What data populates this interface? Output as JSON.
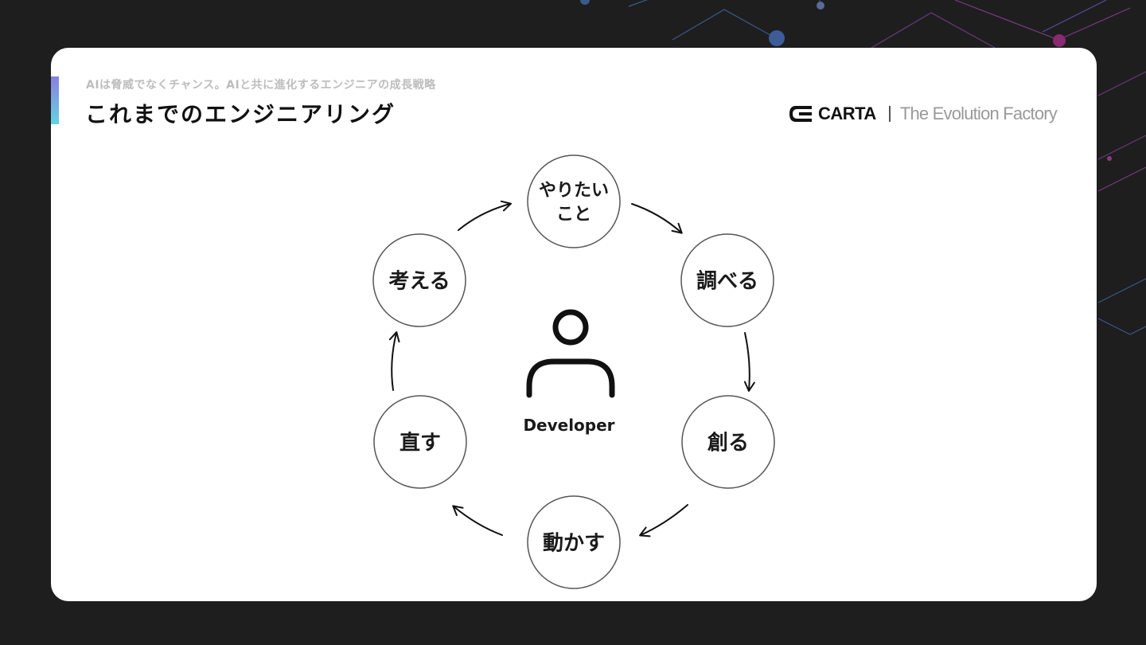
{
  "header": {
    "subtitle": "AIは脅威でなくチャンス。AIと共に進化するエンジニアの成長戦略",
    "title": "これまでのエンジニアリング"
  },
  "brand": {
    "name": "CARTA",
    "tagline": "The Evolution Factory"
  },
  "diagram": {
    "nodes": [
      {
        "lines": [
          "やりたい",
          "こと"
        ]
      },
      {
        "lines": [
          "調べる"
        ]
      },
      {
        "lines": [
          "創る"
        ]
      },
      {
        "lines": [
          "動かす"
        ]
      },
      {
        "lines": [
          "直す"
        ]
      },
      {
        "lines": [
          "考える"
        ]
      }
    ],
    "center_label": "Developer",
    "center_icon": "person-icon"
  },
  "colors": {
    "background": "#1e1e1f",
    "card": "#ffffff",
    "accent_gradient_top": "#8b7fe0",
    "accent_gradient_bottom": "#63d3e6",
    "subtitle": "#bdbdbd",
    "circle_stroke": "#555555"
  }
}
